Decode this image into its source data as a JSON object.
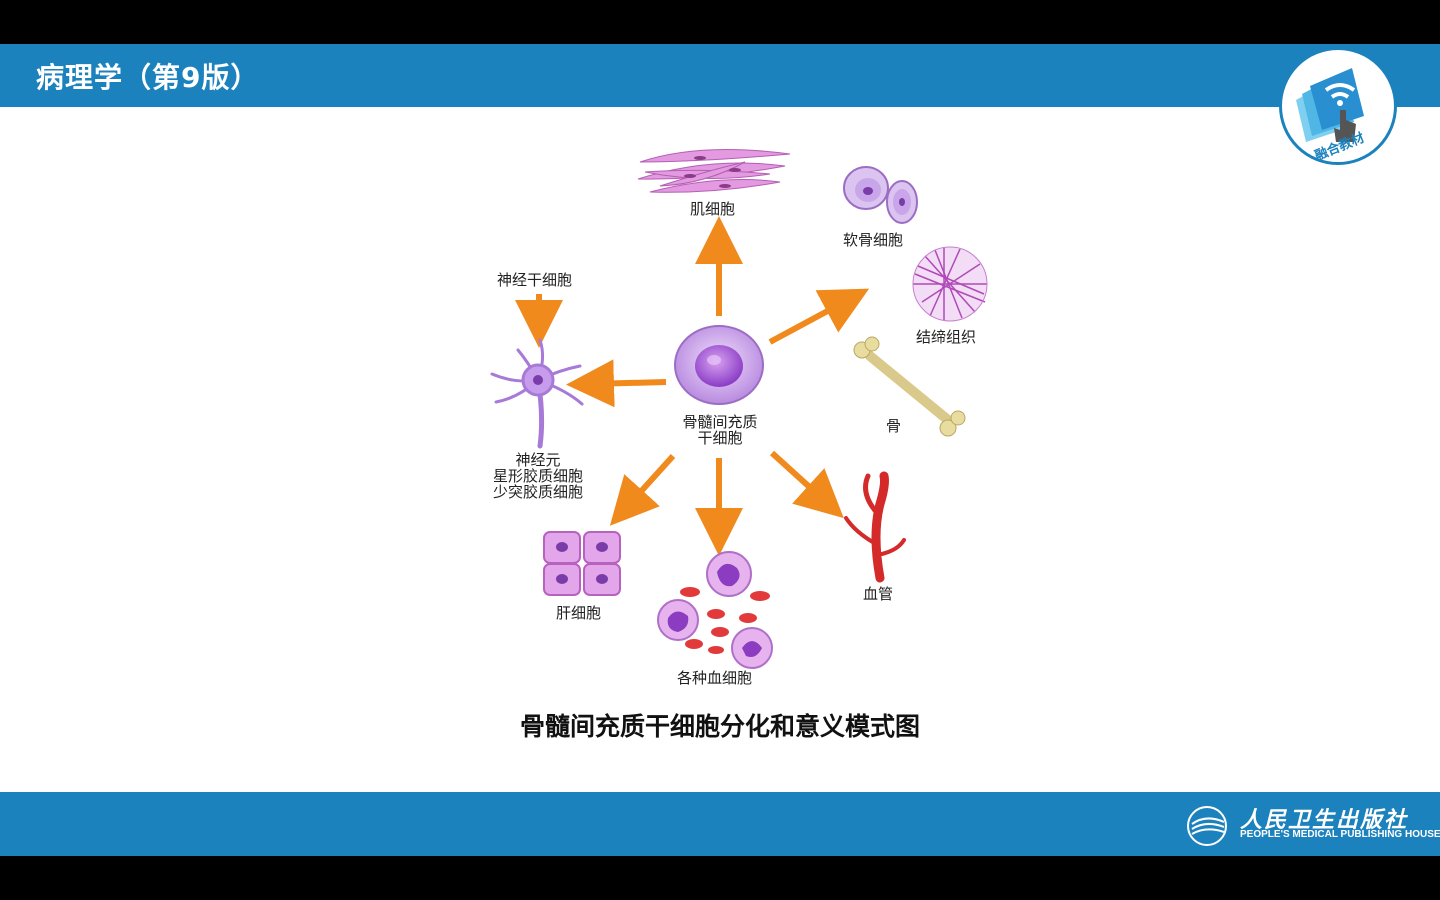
{
  "header": {
    "title": "病理学（第9版）"
  },
  "badge": {
    "label": "融合教材",
    "icon": "touch-book-icon"
  },
  "diagram": {
    "center": {
      "line1": "骨髓间充质",
      "line2": "干细胞"
    },
    "labels": {
      "muscle": "肌细胞",
      "cartilage": "软骨细胞",
      "connective": "结缔组织",
      "bone": "骨",
      "vessel": "血管",
      "blood": "各种血细胞",
      "liver": "肝细胞",
      "neural_stem": "神经干细胞",
      "neuron_line1": "神经元",
      "neuron_line2": "星形胶质细胞",
      "neuron_line3": "少突胶质细胞"
    },
    "caption": "骨髓间充质干细胞分化和意义模式图"
  },
  "colors": {
    "header_blue": "#1c82bd",
    "arrow_orange": "#f08a1c",
    "cell_purple": "#b07ad6",
    "vessel_red": "#d42a2a"
  },
  "footer": {
    "publisher_cn": "人民卫生出版社",
    "publisher_en": "PEOPLE'S MEDICAL PUBLISHING HOUSE"
  }
}
